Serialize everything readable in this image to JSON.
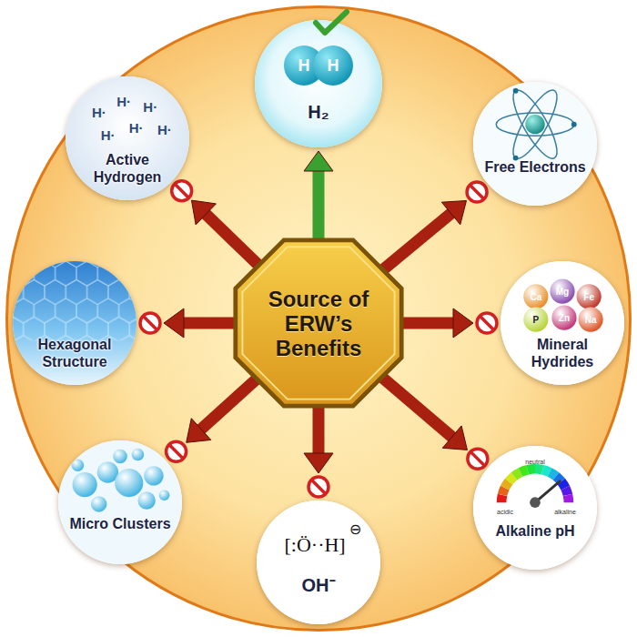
{
  "diagram": {
    "nodes": [
      {
        "text": [
          "Source of ERW’s Benefits"
        ]
      },
      {
        "text": [
          "H₂"
        ]
      },
      {
        "text": [
          "Free Electrons"
        ]
      },
      {
        "text": [
          "Mineral Hydrides"
        ]
      },
      {
        "text": [
          "Alkaline pH"
        ]
      },
      {
        "text": [
          "OH⁻"
        ]
      },
      {
        "text": [
          "Micro Clusters"
        ]
      },
      {
        "text": [
          "Hexagonal Structure"
        ]
      },
      {
        "text": [
          "Active Hydrogen"
        ]
      }
    ],
    "edges": [
      {
        "from": 0,
        "to": 1,
        "arrow": "to"
      },
      {
        "from": 0,
        "to": 2,
        "arrow": "to"
      },
      {
        "from": 0,
        "to": 3,
        "arrow": "to"
      },
      {
        "from": 0,
        "to": 4,
        "arrow": "to"
      },
      {
        "from": 0,
        "to": 5,
        "arrow": "to"
      },
      {
        "from": 0,
        "to": 6,
        "arrow": "to"
      },
      {
        "from": 0,
        "to": 7,
        "arrow": "to"
      },
      {
        "from": 0,
        "to": 8,
        "arrow": "to"
      }
    ],
    "labels": [
      "H",
      "H",
      "H·",
      "H·",
      "H·",
      "H·",
      "H·",
      "H·",
      "Ca",
      "Mg",
      "Fe",
      "P",
      "Zn",
      "Na",
      "neutral",
      "acidic",
      "alkaline",
      "[:Ö··H]",
      "⊖"
    ]
  }
}
